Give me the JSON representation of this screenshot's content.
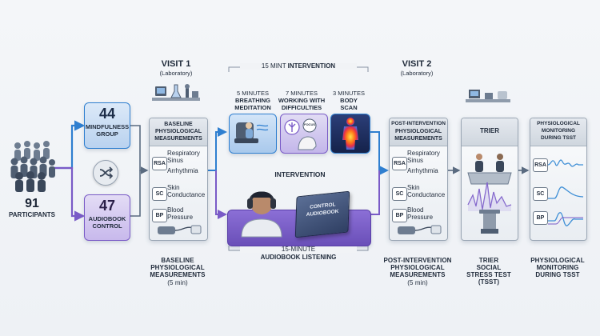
{
  "participants": {
    "count": "91",
    "label": "PARTICIPANTS"
  },
  "mindfulness": {
    "count": "44",
    "label_line1": "MINDFULNESS",
    "label_line2": "GROUP"
  },
  "audiobook": {
    "count": "47",
    "label_line1": "AUDIOBOOK",
    "label_line2": "CONTROL"
  },
  "visit1": {
    "title": "VISIT 1",
    "subtitle": "(Laboratory)"
  },
  "visit2": {
    "title": "VISIT 2",
    "subtitle": "(Laboratory)"
  },
  "baseline_panel": {
    "header_line1": "BASELINE",
    "header_line2": "PHYSIOLOGICAL",
    "header_line3": "MEASUREMENTS",
    "rsa_badge": "RSA",
    "rsa_line1": "Respiratory",
    "rsa_line2": "Sinus",
    "rsa_line3": "Arrhythmia",
    "sc_badge": "SC",
    "sc_line1": "Skin",
    "sc_line2": "Conductance",
    "bp_badge": "BP",
    "bp_line1": "Blood",
    "bp_line2": "Pressure"
  },
  "baseline_caption": {
    "line1": "BASELINE",
    "line2": "PHYSIOLOGICAL",
    "line3": "MEASUREMENTS",
    "line4": "(5 min)"
  },
  "intervention_top": {
    "prefix": "15 MINT ",
    "bold": "INTERVENTION"
  },
  "step1": {
    "line1": "5 MINUTES",
    "line2": "BREATHING",
    "line3": "MEDITATION"
  },
  "step2": {
    "line1": "7 MINUTES",
    "line2": "WORKING WITH",
    "line3": "DIFFICULTIES"
  },
  "step3": {
    "line1": "3 MINUTES",
    "line2": "BODY",
    "line3": "SCAN"
  },
  "focus_label": "FOCUS",
  "intervention_mid": "INTERVENTION",
  "book_line1": "CONTROL",
  "book_line2": "AUDIOBOOK",
  "audiobook_caption": {
    "line1": "15-MINUTE",
    "line2": "AUDIOBOOK LISTENING"
  },
  "post_panel": {
    "header_line1": "POST-INTERVENTION",
    "header_line2": "PHYSIOLOGICAL",
    "header_line3": "MEASUREMENTS",
    "rsa_badge": "RSA",
    "rsa_line1": "Respiratory",
    "rsa_line2": "Sinus",
    "rsa_line3": "Arrhythmia",
    "sc_badge": "SC",
    "sc_line1": "Skin",
    "sc_line2": "Conductance",
    "bp_badge": "BP",
    "bp_line1": "Blood",
    "bp_line2": "Pressure"
  },
  "post_caption": {
    "line1": "POST-INTERVENTION",
    "line2": "PHYSIOLOGICAL",
    "line3": "MEASUREMENTS",
    "line4": "(5 min)"
  },
  "trier_panel": {
    "header": "TRIER",
    "label_line1": "TRIER",
    "label_line2": "SOCIAL",
    "label_line3": "STRESS TEST",
    "label_line4": "(TSST)"
  },
  "monitor_panel": {
    "header_line1": "PHYSIOLOGICAL",
    "header_line2": "MONITORING",
    "header_line3": "DURING TSST",
    "rsa_badge": "RSA",
    "sc_badge": "SC",
    "bp_badge": "BP"
  },
  "monitor_caption": {
    "line1": "PHYSIOLOGICAL",
    "line2": "MONITORING",
    "line3": "DURING TSST"
  },
  "colors": {
    "mindfulness": "#2f7fd0",
    "audiobook": "#7a5bc7",
    "flow": "#5a6b80",
    "signal": "#3f8fd6"
  }
}
